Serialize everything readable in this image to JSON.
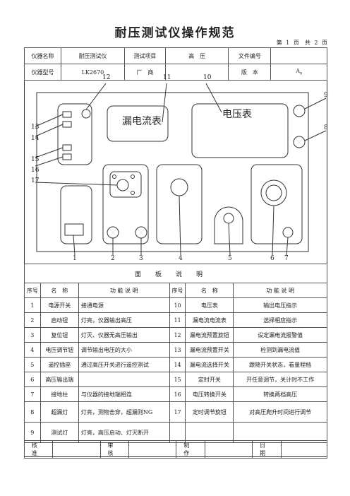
{
  "title": "耐压测试仪操作规范",
  "page_info": "第 1 页　共 2 页",
  "header": {
    "row1": [
      "仪器名称",
      "耐压测试仪",
      "测试项目",
      "高　压",
      "文件编号",
      ""
    ],
    "row2": [
      "仪器型号",
      "LK2670",
      "厂　商",
      "",
      "版　本",
      "A"
    ]
  },
  "version_mark": "0",
  "diagram": {
    "leak_meter": "漏电流表",
    "volt_meter": "电压表",
    "callouts": {
      "c12": "12",
      "c11": "11",
      "c10": "10",
      "c9": "9",
      "c8": "8",
      "c13": "13",
      "c14": "14",
      "c15": "15",
      "c16": "16",
      "c17": "17",
      "c1": "1",
      "c2": "2",
      "c3": "3",
      "c4": "4",
      "c5": "5",
      "c6": "6",
      "c7": "7"
    }
  },
  "panel_section": "面板说明",
  "legend": {
    "headers": [
      "序号",
      "名　称",
      "功 能 说 明",
      "序号",
      "名　称",
      "功 能 说 明"
    ],
    "rows": [
      [
        "1",
        "电源开关",
        "接通电源",
        "10",
        "电压表",
        "输出电压指示"
      ],
      [
        "2",
        "启动钮",
        "灯亮，仪器输出高压",
        "11",
        "漏电流电流表",
        "选择相应指示"
      ],
      [
        "3",
        "复位钮",
        "灯灭、仪器无高压输出",
        "12",
        "漏电流预置旋钮",
        "设定漏电流报警值"
      ],
      [
        "4",
        "电压调节钮",
        "调节输出电压的大小",
        "13",
        "漏电流预置开关",
        "检测到漏电流值"
      ],
      [
        "5",
        "遥控插座",
        "通过高压开关进行遥控测试",
        "14",
        "漏电流选择开关",
        "跟随开关状态，看量程档"
      ],
      [
        "6",
        "高压输出端",
        "",
        "15",
        "定时开关",
        "开任意调节，关计时不工作"
      ],
      [
        "7",
        "接地柱",
        "与仪器的接地端相连",
        "16",
        "电压转换开关",
        "转换两档高压"
      ],
      [
        "8",
        "超漏灯",
        "灯亮，测物击穿，超漏则NG",
        "17",
        "定时调节旋钮",
        "对高压爬升时间进行调节"
      ],
      [
        "9",
        "测试灯",
        "灯亮，高压启动、灯灭断开",
        "",
        "",
        ""
      ]
    ]
  },
  "sign": [
    "核准",
    "",
    "审核",
    "",
    "制作",
    "",
    "日期",
    ""
  ]
}
